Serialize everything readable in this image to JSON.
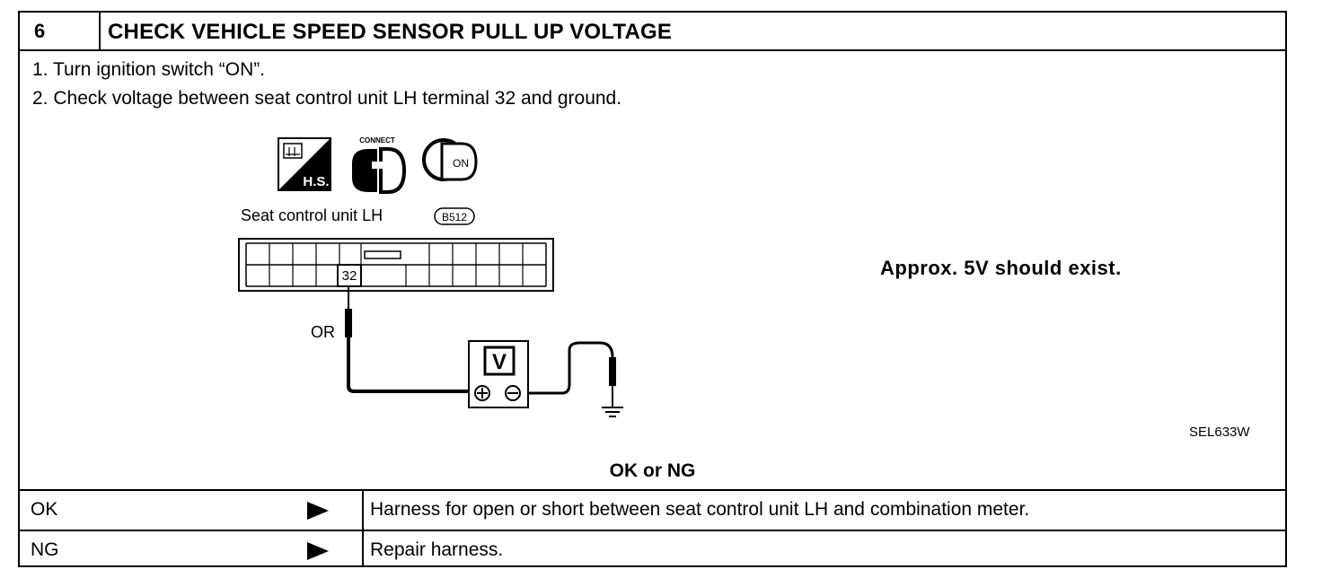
{
  "step": {
    "number": "6",
    "title": "CHECK VEHICLE SPEED SENSOR PULL UP VOLTAGE"
  },
  "instructions": [
    "1. Turn ignition switch “ON”.",
    "2. Check voltage between seat control unit LH terminal 32 and ground."
  ],
  "diagram": {
    "icon_hs_text": "H.S.",
    "icon_connect_text": "CONNECT",
    "icon_key_text": "ON",
    "connector_label": "Seat control unit LH",
    "connector_code": "B512",
    "terminal": "32",
    "wire_color": "OR",
    "meter_symbol": "V",
    "figure_id": "SEL633W"
  },
  "result_note": "Approx. 5V should exist.",
  "question": "OK or NG",
  "results": [
    {
      "label": "OK",
      "action": "Harness for open or short between seat control unit LH and combination meter."
    },
    {
      "label": "NG",
      "action": "Repair harness."
    }
  ]
}
